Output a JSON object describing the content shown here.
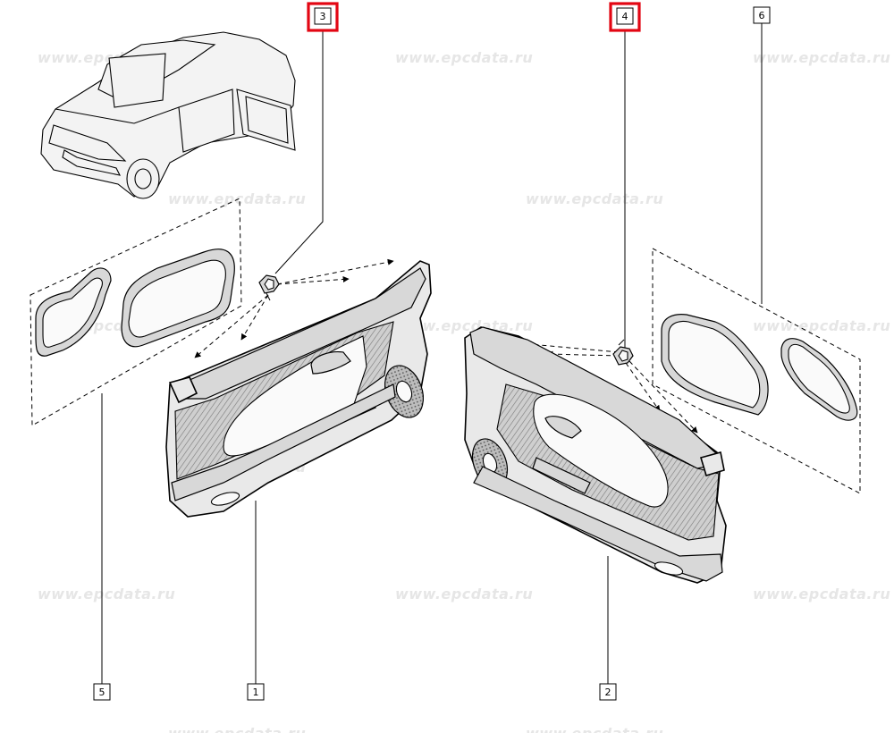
{
  "watermark": "www.epcdata.ru",
  "callouts": [
    {
      "id": "1",
      "label": "1",
      "highlighted": false
    },
    {
      "id": "2",
      "label": "2",
      "highlighted": false
    },
    {
      "id": "3",
      "label": "3",
      "highlighted": true
    },
    {
      "id": "4",
      "label": "4",
      "highlighted": true
    },
    {
      "id": "5",
      "label": "5",
      "highlighted": false
    },
    {
      "id": "6",
      "label": "6",
      "highlighted": false
    }
  ],
  "colors": {
    "highlight": "#e30613",
    "line": "#000000",
    "watermark": "#e6e6e6"
  },
  "parts": [
    {
      "callout": "1",
      "icon": "left-door-trim-panel-icon"
    },
    {
      "callout": "2",
      "icon": "right-door-trim-panel-icon"
    },
    {
      "callout": "3",
      "icon": "trim-clip-icon"
    },
    {
      "callout": "4",
      "icon": "trim-clip-icon"
    },
    {
      "callout": "5",
      "icon": "left-door-seal-film-icon"
    },
    {
      "callout": "6",
      "icon": "right-door-seal-film-icon"
    },
    {
      "callout": "",
      "icon": "car-locator-icon"
    }
  ]
}
